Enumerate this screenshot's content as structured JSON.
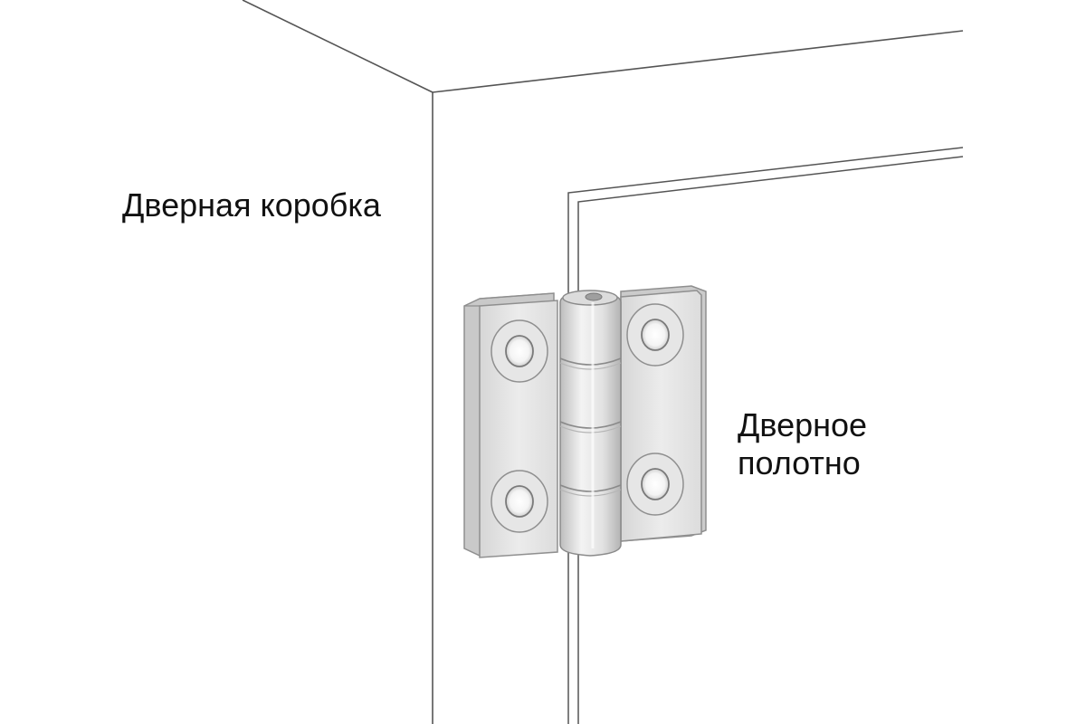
{
  "labels": {
    "door_frame": "Дверная коробка",
    "door_leaf_line1": "Дверное",
    "door_leaf_line2": "полотно"
  },
  "icons": {
    "hinge": "butt-hinge-icon"
  },
  "colors": {
    "line": "#555555",
    "hinge_face": "#e4e4e4",
    "hinge_edge": "#9a9a9a",
    "hinge_shadow": "#cfcfcf",
    "text": "#111111",
    "background": "#ffffff"
  }
}
